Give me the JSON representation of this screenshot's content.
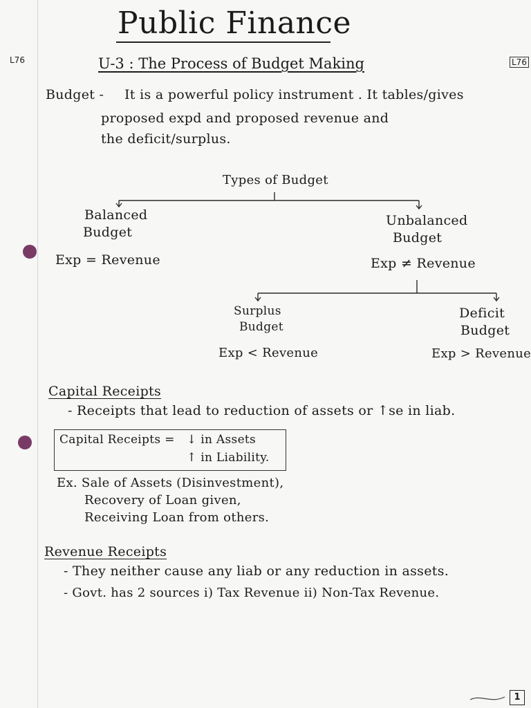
{
  "page": {
    "title": "Public Finance",
    "side_label_left": "L76",
    "side_label_right": "L76",
    "page_number": "1",
    "dot_color": "#7a3a66"
  },
  "unit": {
    "heading": "U-3 : The Process of Budget Making"
  },
  "budget": {
    "term": "Budget -",
    "line1": "It is a powerful policy instrument . It tables/gives",
    "line2": "proposed expd and proposed revenue and",
    "line3": "the deficit/surplus."
  },
  "types": {
    "heading": "Types of Budget",
    "balanced_line1": "Balanced",
    "balanced_line2": "Budget",
    "balanced_eq": "Exp = Revenue",
    "unbalanced_line1": "Unbalanced",
    "unbalanced_line2": "Budget",
    "unbalanced_eq": "Exp ≠ Revenue",
    "surplus_line1": "Surplus",
    "surplus_line2": "Budget",
    "surplus_eq": "Exp < Revenue",
    "deficit_line1": "Deficit",
    "deficit_line2": "Budget",
    "deficit_eq": "Exp > Revenue"
  },
  "capital": {
    "heading": "Capital Receipts",
    "def": "- Receipts that lead to reduction of assets or ↑se in liab.",
    "box_label": "Capital Receipts =",
    "box_line1": "↓ in Assets",
    "box_line2": "↑ in Liability.",
    "ex_line1": "Ex. Sale of Assets (Disinvestment),",
    "ex_line2": "Recovery of Loan given,",
    "ex_line3": "Receiving Loan from others."
  },
  "revenue": {
    "heading": "Revenue Receipts",
    "line1": "- They neither cause any liab or any reduction in assets.",
    "line2": "- Govt. has 2 sources i) Tax Revenue ii) Non-Tax Revenue."
  }
}
